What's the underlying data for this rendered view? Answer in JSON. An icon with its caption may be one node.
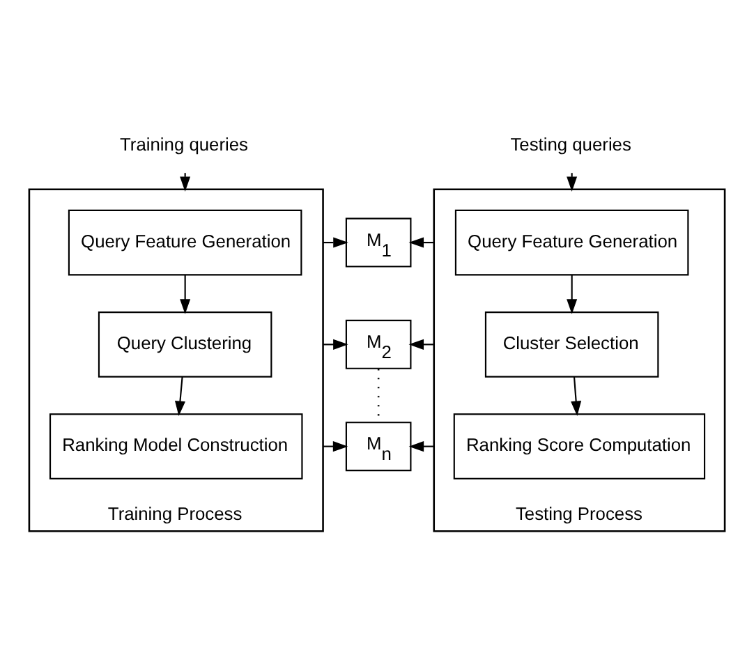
{
  "diagram": {
    "nodes": [
      {
        "text": [
          "Training queries"
        ]
      },
      {
        "text": [],
        "shape": "box",
        "beside": [
          "Training Process"
        ]
      },
      {
        "text": [
          "Query Feature Generation"
        ],
        "in": 1
      },
      {
        "text": [
          "Query Clustering"
        ],
        "in": 1
      },
      {
        "text": [
          "Ranking Model Construction"
        ],
        "in": 1
      },
      {
        "text": [
          "M$_{1}$"
        ]
      },
      {
        "text": [
          "M$_{2}$"
        ]
      },
      {
        "text": [
          "M$_{n}$"
        ]
      },
      {
        "text": [
          "Testing queries"
        ]
      },
      {
        "text": [],
        "shape": "box",
        "beside": [
          "Testing Process"
        ]
      },
      {
        "text": [
          "Query Feature Generation"
        ],
        "in": 9
      },
      {
        "text": [
          "Cluster Selection"
        ],
        "in": 9
      },
      {
        "text": [
          "Ranking Score Computation"
        ],
        "in": 9
      }
    ],
    "edges": [
      {
        "from": 0,
        "to": 1,
        "arrow": "to"
      },
      {
        "from": 2,
        "to": 3,
        "arrow": "to"
      },
      {
        "from": 3,
        "to": 4,
        "arrow": "to"
      },
      {
        "from": 1,
        "to": 5,
        "arrow": "to"
      },
      {
        "from": 1,
        "to": 6,
        "arrow": "to"
      },
      {
        "from": 1,
        "to": 7,
        "arrow": "to"
      },
      {
        "from": 8,
        "to": 9,
        "arrow": "to"
      },
      {
        "from": 10,
        "to": 11,
        "arrow": "to"
      },
      {
        "from": 11,
        "to": 12,
        "arrow": "to"
      },
      {
        "from": 9,
        "to": 5,
        "arrow": "to"
      },
      {
        "from": 9,
        "to": 6,
        "arrow": "to"
      },
      {
        "from": 9,
        "to": 7,
        "arrow": "to"
      },
      {
        "from": 6,
        "to": 7,
        "arrow": "none",
        "style": "dashed"
      }
    ]
  }
}
